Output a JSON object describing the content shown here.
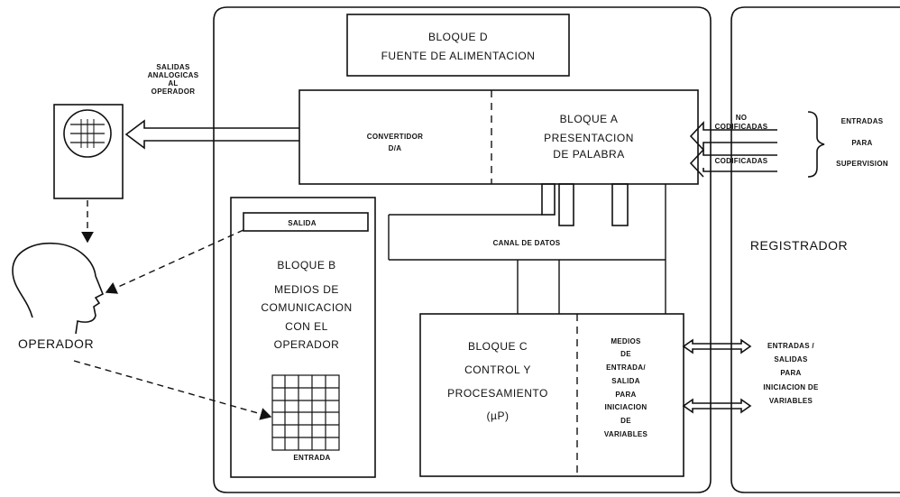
{
  "labels": {
    "bloque_d": [
      "BLOQUE D",
      "FUENTE DE ALIMENTACION"
    ],
    "salidas_analogicas": [
      "SALIDAS",
      "ANALOGICAS",
      "AL",
      "OPERADOR"
    ],
    "convertidor": [
      "CONVERTIDOR",
      "D/A"
    ],
    "bloque_a": [
      "BLOQUE A",
      "PRESENTACION",
      "DE PALABRA"
    ],
    "no_codificadas": [
      "NO",
      "CODIFICADAS"
    ],
    "codificadas": "CODIFICADAS",
    "entradas_supervision": [
      "ENTRADAS",
      "PARA",
      "SUPERVISION"
    ],
    "salida": "SALIDA",
    "canal_datos": "CANAL DE DATOS",
    "registrador": "REGISTRADOR",
    "bloque_b": [
      "BLOQUE B",
      "MEDIOS DE",
      "COMUNICACION",
      "CON EL",
      "OPERADOR"
    ],
    "operador": "OPERADOR",
    "bloque_c": [
      "BLOQUE C",
      "CONTROL Y",
      "PROCESAMIENTO",
      "(µP)"
    ],
    "medios_entrada": [
      "MEDIOS",
      "DE",
      "ENTRADA/",
      "SALIDA",
      "PARA",
      "INICIACION",
      "DE",
      "VARIABLES"
    ],
    "entradas_salidas": [
      "ENTRADAS /",
      "SALIDAS",
      "PARA",
      "INICIACION DE",
      "VARIABLES"
    ],
    "entrada": "ENTRADA"
  }
}
